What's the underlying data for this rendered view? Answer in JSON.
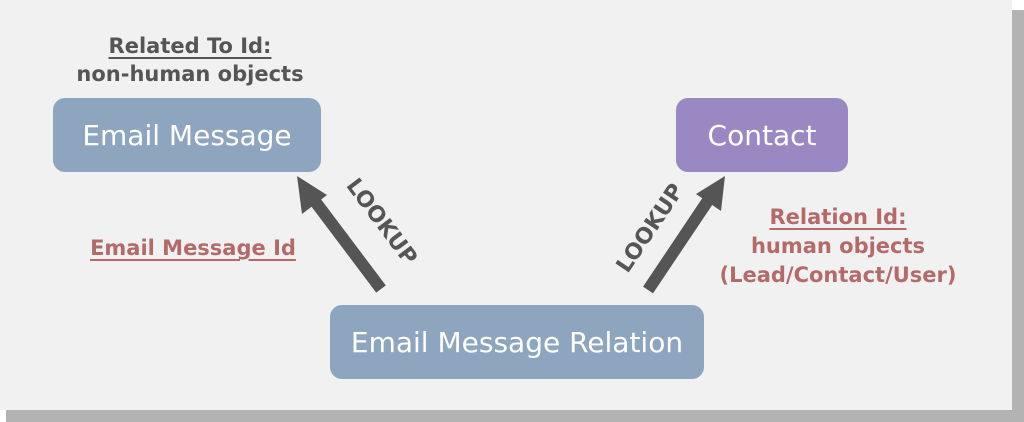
{
  "diagram": {
    "boxes": {
      "email_message": {
        "label": "Email Message",
        "color": "#8ea5bf"
      },
      "contact": {
        "label": "Contact",
        "color": "#9a88c2"
      },
      "email_message_relation": {
        "label": "Email Message Relation",
        "color": "#8ea5bf"
      }
    },
    "left_annotation": {
      "title": "Related To Id:",
      "subtitle": "non-human objects",
      "color": "#555555"
    },
    "right_annotation": {
      "title": "Relation Id:",
      "line2": "human objects",
      "line3": "(Lead/Contact/User)",
      "color": "#b56a6a"
    },
    "left_link_label": {
      "text": "Email Message Id",
      "color": "#b56a6a"
    },
    "arrows": {
      "left": {
        "label": "LOOKUP",
        "from": "email_message_relation",
        "to": "email_message"
      },
      "right": {
        "label": "LOOKUP",
        "from": "email_message_relation",
        "to": "contact"
      },
      "color": "#555555"
    }
  }
}
